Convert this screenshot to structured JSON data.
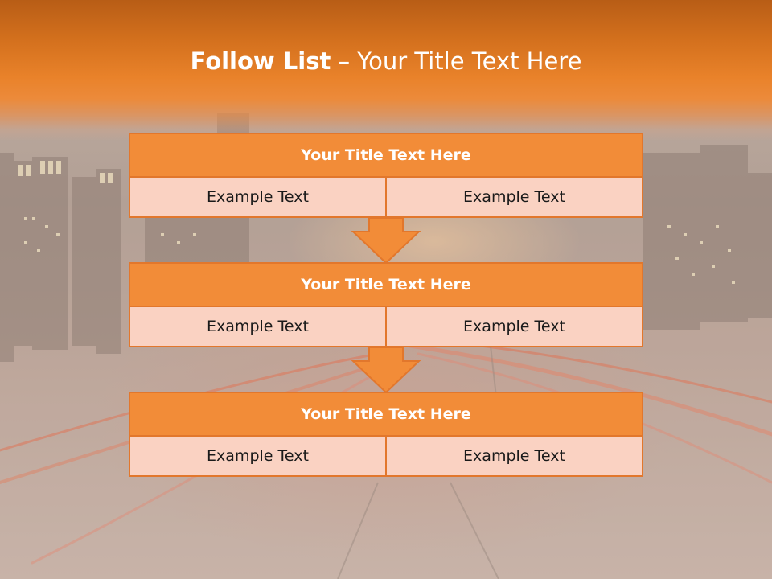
{
  "slide": {
    "title_bold": "Follow List",
    "title_rest": " – Your Title Text Here"
  },
  "colors": {
    "header_orange": "#e9822a",
    "block_orange": "#f28c38",
    "block_border": "#e2772c",
    "cell_fill": "#fad2c2"
  },
  "blocks": [
    {
      "title": "Your Title Text Here",
      "cells": [
        "Example Text",
        "Example Text"
      ]
    },
    {
      "title": "Your Title Text Here",
      "cells": [
        "Example Text",
        "Example Text"
      ]
    },
    {
      "title": "Your Title Text Here",
      "cells": [
        "Example Text",
        "Example Text"
      ]
    }
  ],
  "arrows": [
    {
      "icon": "arrow-down-icon"
    },
    {
      "icon": "arrow-down-icon"
    }
  ]
}
